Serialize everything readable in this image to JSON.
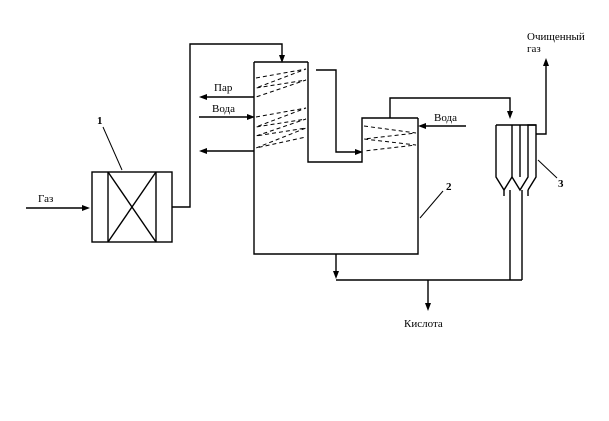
{
  "labels": {
    "gas_in": "Газ",
    "steam": "Пар",
    "water_left": "Вода",
    "water_right": "Вода",
    "clean_gas_line1": "Очищенный",
    "clean_gas_line2": "газ",
    "acid": "Кислота"
  },
  "numbers": {
    "unit1": "1",
    "unit2": "2",
    "unit3": "3"
  }
}
